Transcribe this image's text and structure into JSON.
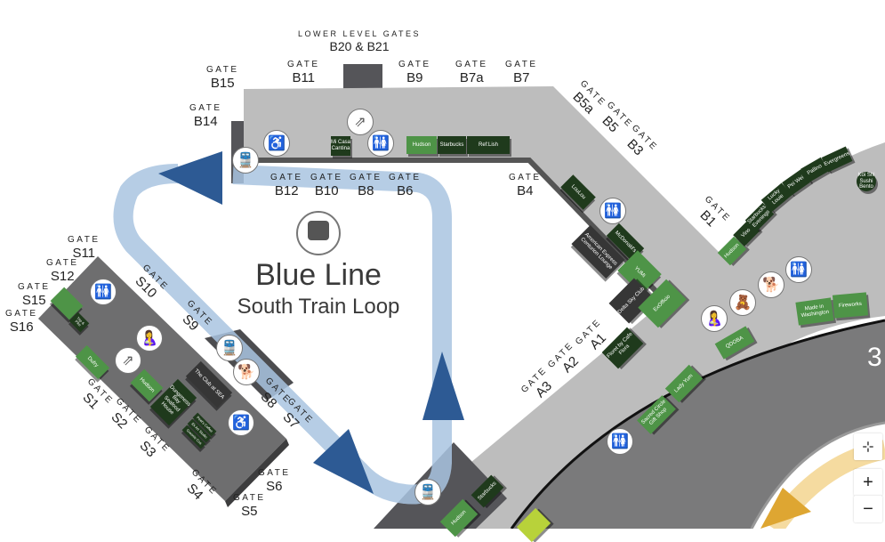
{
  "map": {
    "title": "Blue Line",
    "subtitle": "South Train Loop",
    "lower_level_label": "LOWER LEVEL GATES",
    "lower_level_gates": "B20 & B21",
    "terminal_partial_label": "3",
    "gate_word": "GATE",
    "gates": [
      "B15",
      "B11",
      "B9",
      "B7a",
      "B7",
      "B14",
      "B12",
      "B10",
      "B8",
      "B6",
      "B4",
      "B5a",
      "B5",
      "B3",
      "B1",
      "A1",
      "A2",
      "A3",
      "S11",
      "S12",
      "S15",
      "S16",
      "S10",
      "S9",
      "S8",
      "S7",
      "S1",
      "S2",
      "S3",
      "S4",
      "S5",
      "S6"
    ],
    "shops": [
      "Mi Casa Cantina",
      "Hudson",
      "Starbucks",
      "Ref:Lish",
      "LouLou",
      "McDonald's",
      "American Express Centurion Lounge",
      "YUMi",
      "Delta Sky Club",
      "ExOfficio",
      "Floret by Cafe Flora",
      "Hudson",
      "Vino",
      "Starbucks Evenings",
      "Lucky Louie",
      "Pei Wei",
      "Pallino",
      "Evergreens",
      "Koi Shi Sushi Bento",
      "Made in Washington",
      "Fireworks",
      "QDOBA",
      "Lady Yum",
      "Sacred Circle Gift Shop",
      "Starbucks",
      "Hudson",
      "Dufry",
      "Hudson",
      "Dungeness Bay Seafood House",
      "Peet's Coffee",
      "Ek Art Studio",
      "Greenle Cos",
      "The Club at SEA",
      "Trip & Pike"
    ],
    "colors": {
      "concourse": "#bdbdbd",
      "s_concourse": "#6e6e6f",
      "shop_dark": "#1f3a1c",
      "shop_green": "#4e9447",
      "train_line": "#a9c4e0",
      "arrow": "#2d5a94",
      "yellow_line": "#f5dba0",
      "yellow_arrow": "#dea632"
    },
    "icons": [
      "restroom-icon",
      "escalator-icon",
      "elevator-icon",
      "train-icon",
      "nursing-icon",
      "pet-relief-icon",
      "play-area-icon"
    ]
  },
  "controls": {
    "locate": "⊹",
    "zoom_in": "+",
    "zoom_out": "−"
  }
}
